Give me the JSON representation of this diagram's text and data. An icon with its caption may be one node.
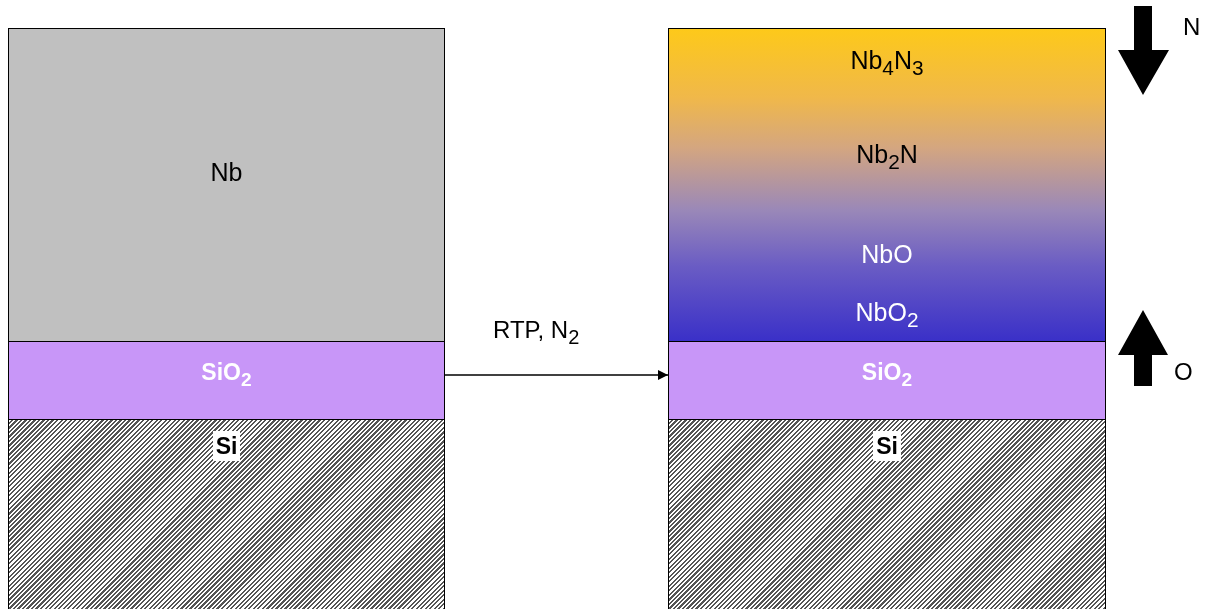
{
  "diagram": {
    "nodes": [
      {
        "text": [
          "Nb"
        ]
      },
      {
        "text": [
          "SiO$_{2}$"
        ]
      },
      {
        "text": [
          "Si"
        ]
      },
      {
        "text": [
          "Nb$_{4}$N$_{3}$",
          "Nb$_{2}$N",
          "NbO",
          "NbO$_{2}$"
        ]
      },
      {
        "text": [
          "SiO$_{2}$"
        ]
      },
      {
        "text": [
          "Si"
        ]
      }
    ],
    "edges": [
      {
        "from": 1,
        "to": 4,
        "arrow": "to",
        "label": "RTP, N$_{2}$"
      }
    ],
    "labels": [
      "N",
      "O"
    ]
  }
}
